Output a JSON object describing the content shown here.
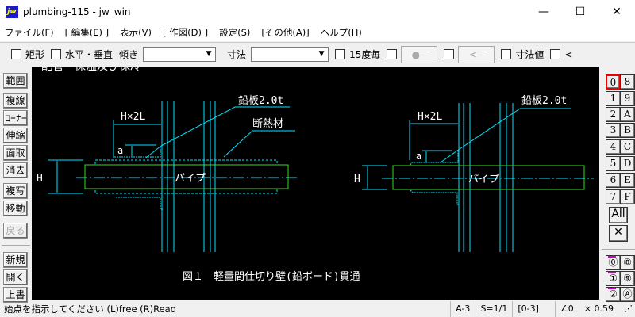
{
  "window": {
    "title": "plumbing-115 - jw_win",
    "icon_text": "jw",
    "minimize": "—",
    "maximize": "☐",
    "close": "✕"
  },
  "menu": [
    "ファイル(F)",
    "[ 編集(E) ]",
    "表示(V)",
    "[ 作図(D) ]",
    "設定(S)",
    "[その他(A)]",
    "ヘルプ(H)"
  ],
  "toolbar": {
    "rect": "矩形",
    "hv": "水平・垂直",
    "tilt": "傾き",
    "tilt_value": "",
    "dim": "寸法",
    "dim_value": "",
    "deg15": "15度毎",
    "btn1": "●‐‐‐",
    "btn2": "<‐‐‐",
    "dimval": "寸法値",
    "last": "<"
  },
  "left_tools": [
    "範囲",
    "複線",
    "コーナー",
    "伸縮",
    "面取",
    "消去",
    "複写",
    "移動",
    "戻る",
    "新規",
    "開く",
    "上書"
  ],
  "layers": {
    "left": [
      "0",
      "1",
      "2",
      "3",
      "4",
      "5",
      "6",
      "7"
    ],
    "right": [
      "8",
      "9",
      "A",
      "B",
      "C",
      "D",
      "E",
      "F"
    ],
    "all": "All",
    "x": "✕",
    "groups_left": [
      "⓪",
      "①",
      "②"
    ],
    "groups_right": [
      "⑧",
      "⑨",
      "Ⓐ"
    ],
    "active": "0"
  },
  "drawing": {
    "top_clipped": "配管・保温及び保冷",
    "fig1": {
      "lead": "鉛板2.0t",
      "insul": "断熱材",
      "hx2l": "H×2L",
      "a": "a",
      "h": "H",
      "pipe": "パイプ"
    },
    "fig2": {
      "lead": "鉛板2.0t",
      "hx2l": "H×2L",
      "a": "a",
      "h": "H",
      "pipe": "パイプ"
    },
    "caption": "図１　軽量間仕切り壁(鉛ボード)貫通",
    "colors": {
      "line": "#00e5ff",
      "pipe": "#33dd22",
      "text": "#ffffff"
    }
  },
  "status": {
    "message": "始点を指示してください (L)free (R)Read",
    "paper": "A-3",
    "scale": "S=1/1",
    "layer": "[0-3]",
    "angle": "∠0",
    "zoom": "× 0.59"
  }
}
